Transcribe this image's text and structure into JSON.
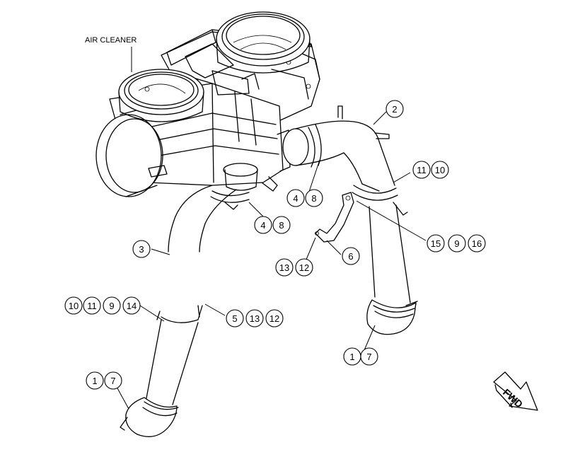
{
  "labels": {
    "air_cleaner": "AIR CLEANER",
    "fwd": "FWD"
  },
  "callouts": [
    {
      "id": "c2",
      "text": "2"
    },
    {
      "id": "c11a",
      "text": "11"
    },
    {
      "id": "c10a",
      "text": "10"
    },
    {
      "id": "c4a",
      "text": "4"
    },
    {
      "id": "c8a",
      "text": "8"
    },
    {
      "id": "c4b",
      "text": "4"
    },
    {
      "id": "c8b",
      "text": "8"
    },
    {
      "id": "c3",
      "text": "3"
    },
    {
      "id": "c15",
      "text": "15"
    },
    {
      "id": "c9a",
      "text": "9"
    },
    {
      "id": "c16",
      "text": "16"
    },
    {
      "id": "c6",
      "text": "6"
    },
    {
      "id": "c13a",
      "text": "13"
    },
    {
      "id": "c12a",
      "text": "12"
    },
    {
      "id": "c10b",
      "text": "10"
    },
    {
      "id": "c11b",
      "text": "11"
    },
    {
      "id": "c9b",
      "text": "9"
    },
    {
      "id": "c14",
      "text": "14"
    },
    {
      "id": "c5",
      "text": "5"
    },
    {
      "id": "c13b",
      "text": "13"
    },
    {
      "id": "c12b",
      "text": "12"
    },
    {
      "id": "c1a",
      "text": "1"
    },
    {
      "id": "c7a",
      "text": "7"
    },
    {
      "id": "c1b",
      "text": "1"
    },
    {
      "id": "c7b",
      "text": "7"
    }
  ]
}
